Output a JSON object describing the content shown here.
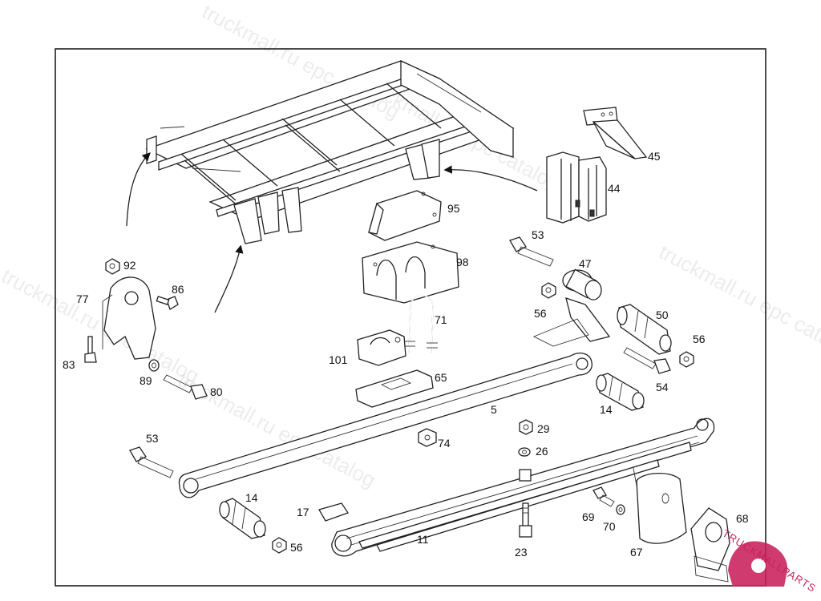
{
  "watermark": {
    "text_a": "truckmall.ru epc catalog",
    "text_b": "truckmall.ru epc catalog",
    "text_c": "truckmall.ru epc catalog",
    "text_d": "truckmall.ru epc catalog",
    "text_e": "truckmall.ru epc catalog"
  },
  "logo": {
    "text": "TRUCKMALLPARTS",
    "color": "#c8205a"
  },
  "callouts": {
    "c5": "5",
    "c11": "11",
    "c14a": "14",
    "c14b": "14",
    "c17": "17",
    "c23": "23",
    "c26": "26",
    "c29": "29",
    "c44": "44",
    "c45": "45",
    "c47": "47",
    "c50": "50",
    "c53a": "53",
    "c53b": "53",
    "c54": "54",
    "c56a": "56",
    "c56b": "56",
    "c56c": "56",
    "c65": "65",
    "c67": "67",
    "c68": "68",
    "c69": "69",
    "c70": "70",
    "c71": "71",
    "c74": "74",
    "c77": "77",
    "c80": "80",
    "c83": "83",
    "c86": "86",
    "c89": "89",
    "c92": "92",
    "c95": "95",
    "c98": "98",
    "c101": "101"
  }
}
